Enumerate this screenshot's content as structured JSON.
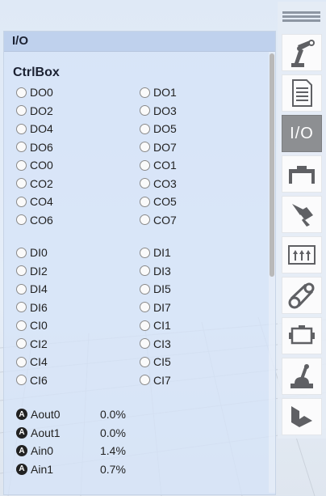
{
  "panel": {
    "title": "I/O",
    "section_title": "CtrlBox",
    "digital_outputs": [
      "DO0",
      "DO1",
      "DO2",
      "DO3",
      "DO4",
      "DO5",
      "DO6",
      "DO7",
      "CO0",
      "CO1",
      "CO2",
      "CO3",
      "CO4",
      "CO5",
      "CO6",
      "CO7"
    ],
    "digital_inputs": [
      "DI0",
      "DI1",
      "DI2",
      "DI3",
      "DI4",
      "DI5",
      "DI6",
      "DI7",
      "CI0",
      "CI1",
      "CI2",
      "CI3",
      "CI4",
      "CI5",
      "CI6",
      "CI7"
    ],
    "analog": [
      {
        "label": "Aout0",
        "value": "0.0%",
        "badge": "A"
      },
      {
        "label": "Aout1",
        "value": "0.0%",
        "badge": "A"
      },
      {
        "label": "Ain0",
        "value": "1.4%",
        "badge": "A"
      },
      {
        "label": "Ain1",
        "value": "0.7%",
        "badge": "A"
      }
    ]
  },
  "toolbar": {
    "items": [
      {
        "name": "robot-arm-icon"
      },
      {
        "name": "document-icon"
      },
      {
        "name": "io-icon",
        "label": "I/O",
        "active": true
      },
      {
        "name": "gripper-icon"
      },
      {
        "name": "pin-icon"
      },
      {
        "name": "conveyor-icon"
      },
      {
        "name": "belt-icon"
      },
      {
        "name": "motor-icon"
      },
      {
        "name": "joystick-icon"
      },
      {
        "name": "corner-icon"
      }
    ]
  }
}
